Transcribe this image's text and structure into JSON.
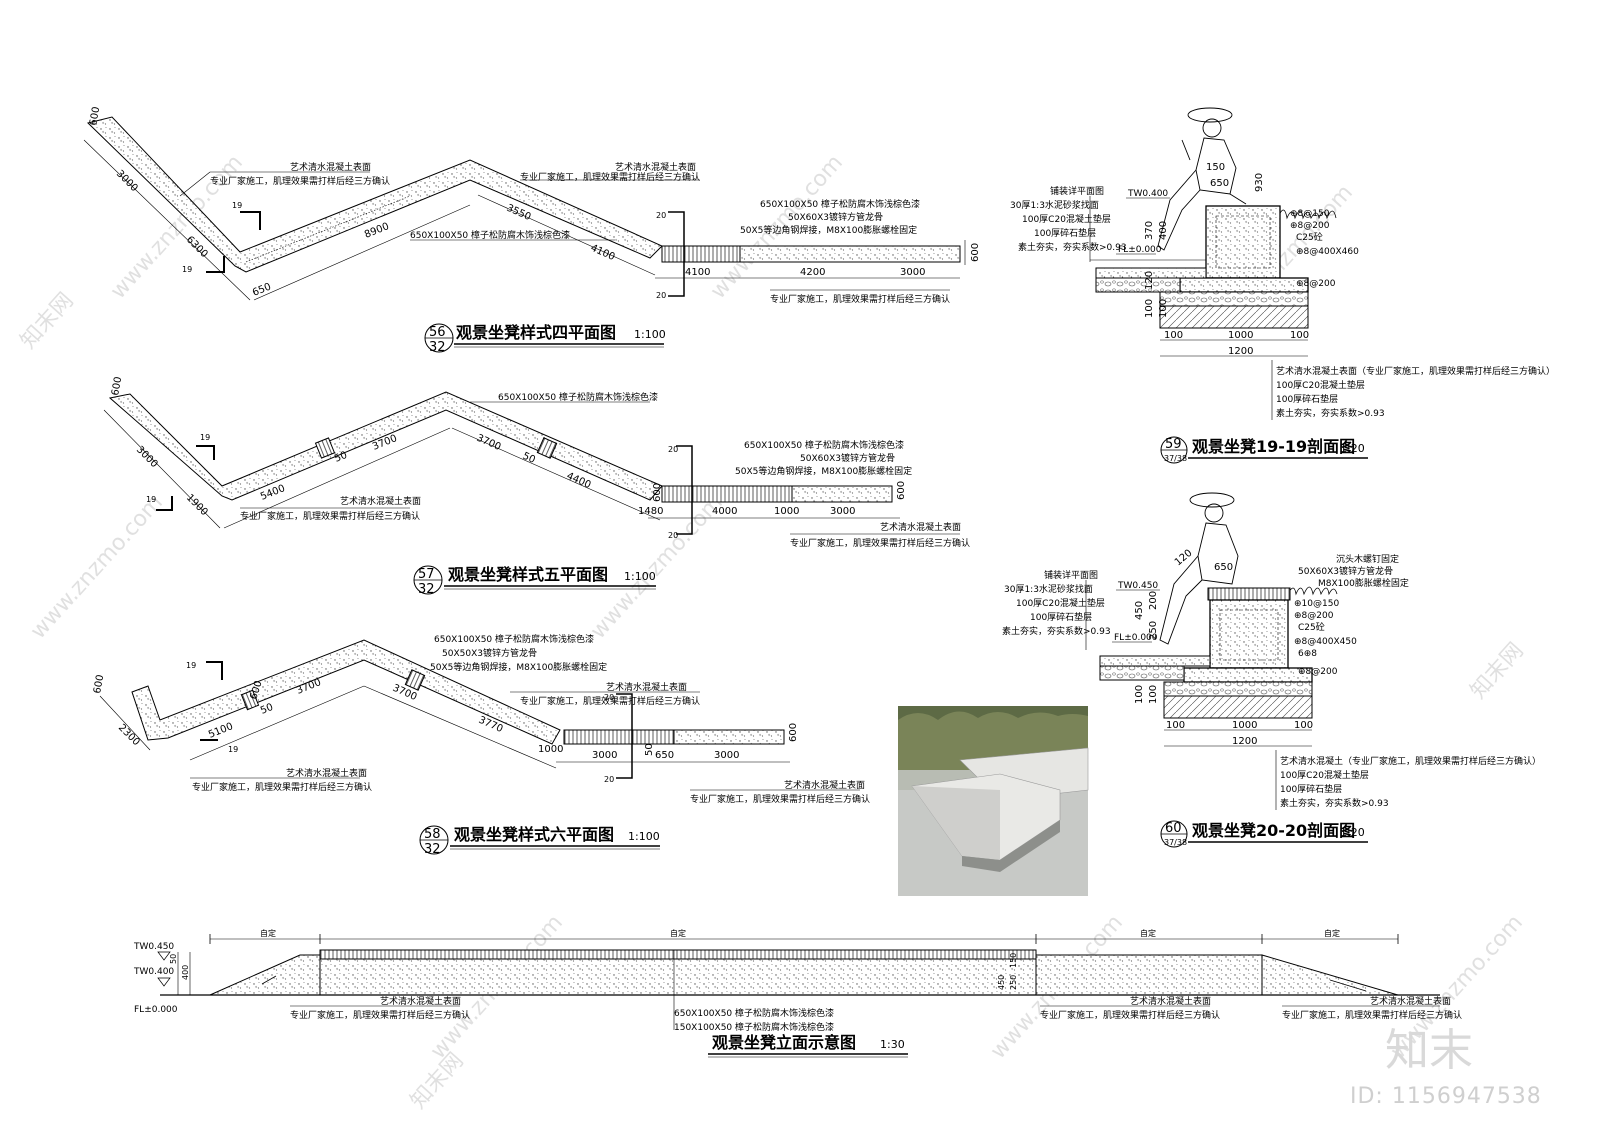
{
  "drawings": {
    "plan4": {
      "title": "观景坐凳样式四平面图",
      "scale": "1:100",
      "num": "56",
      "sheet": "32",
      "dims": [
        "600",
        "3000",
        "6300",
        "650",
        "8900",
        "3550",
        "4100",
        "4100",
        "4200",
        "3000",
        "600"
      ],
      "sec": "19",
      "sec2": "20",
      "notes": [
        "艺术清水混凝土表面",
        "专业厂家施工，肌理效果需打样后经三方确认",
        "艺术清水混凝土表面",
        "专业厂家施工，肌理效果需打样后经三方确认",
        "650X100X50 樟子松防腐木饰浅棕色漆",
        "50X60X3镀锌方管龙骨",
        "50X5等边角钢焊接，M8X100膨胀螺栓固定",
        "650X100X50 樟子松防腐木饰浅棕色漆",
        "专业厂家施工，肌理效果需打样后经三方确认"
      ]
    },
    "plan5": {
      "title": "观景坐凳样式五平面图",
      "scale": "1:100",
      "num": "57",
      "sheet": "32",
      "dims": [
        "600",
        "3000",
        "1900",
        "5400",
        "50",
        "3700",
        "3700",
        "50",
        "4400",
        "600",
        "1480",
        "4000",
        "1000",
        "3000",
        "600"
      ],
      "sec": "19",
      "sec2": "20",
      "notes": [
        "650X100X50 樟子松防腐木饰浅棕色漆",
        "艺术清水混凝土表面",
        "专业厂家施工，肌理效果需打样后经三方确认",
        "650X100X50 樟子松防腐木饰浅棕色漆",
        "50X60X3镀锌方管龙骨",
        "50X5等边角钢焊接，M8X100膨胀螺栓固定",
        "艺术清水混凝土表面",
        "专业厂家施工，肌理效果需打样后经三方确认"
      ]
    },
    "plan6": {
      "title": "观景坐凳样式六平面图",
      "scale": "1:100",
      "num": "58",
      "sheet": "32",
      "dims": [
        "600",
        "2300",
        "5100",
        "600",
        "50",
        "3700",
        "3700",
        "3770",
        "1000",
        "3000",
        "50",
        "650",
        "3000",
        "600"
      ],
      "sec": "19",
      "sec2": "20",
      "notes": [
        "650X100X50 樟子松防腐木饰浅棕色漆",
        "50X50X3镀锌方管龙骨",
        "50X5等边角钢焊接，M8X100膨胀螺栓固定",
        "艺术清水混凝土表面",
        "专业厂家施工，肌理效果需打样后经三方确认",
        "艺术清水混凝土表面",
        "专业厂家施工，肌理效果需打样后经三方确认",
        "艺术清水混凝土表面",
        "专业厂家施工，肌理效果需打样后经三方确认"
      ]
    },
    "sec19": {
      "title": "观景坐凳19-19剖面图",
      "scale": "1:20",
      "num": "59",
      "sheet": "37/38",
      "levels": [
        "TW0.400",
        "FL±0.000"
      ],
      "left_notes": [
        "铺装详平面图",
        "30厚1:3水泥砂浆找面",
        "100厚C20混凝土垫层",
        "100厚碎石垫层",
        "素土夯实，夯实系数>0.93"
      ],
      "right_notes": [
        "⊕8@150",
        "⊕8@200",
        "C25砼",
        "⊕8@400X460",
        "⊕8@200"
      ],
      "bottom_notes": [
        "艺术清水混凝土表面（专业厂家施工，肌理效果需打样后经三方确认）",
        "100厚C20混凝土垫层",
        "100厚碎石垫层",
        "素土夯实，夯实系数>0.93"
      ],
      "dims": [
        "100",
        "1000",
        "100",
        "1200",
        "370",
        "400",
        "120",
        "100",
        "100",
        "650",
        "930",
        "150"
      ]
    },
    "sec20": {
      "title": "观景坐凳20-20剖面图",
      "scale": "1:20",
      "num": "60",
      "sheet": "37/38",
      "levels": [
        "TW0.450",
        "FL±0.000"
      ],
      "left_notes": [
        "铺装详平面图",
        "30厚1:3水泥砂浆找面",
        "100厚C20混凝土垫层",
        "100厚碎石垫层",
        "素土夯实，夯实系数>0.93"
      ],
      "right_notes": [
        "沉头木螺钉固定",
        "50X60X3镀锌方管龙骨",
        "M8X100膨胀螺栓固定",
        "⊕10@150",
        "⊕8@200",
        "C25砼",
        "⊕8@400X450",
        "6⊕8",
        "⊕8@200"
      ],
      "bottom_notes": [
        "艺术清水混凝土（专业厂家施工，肌理效果需打样后经三方确认）",
        "100厚C20混凝土垫层",
        "100厚碎石垫层",
        "素土夯实，夯实系数>0.93"
      ],
      "dims": [
        "100",
        "1000",
        "100",
        "1200",
        "250",
        "450",
        "200",
        "100",
        "100",
        "650",
        "120"
      ]
    },
    "elev": {
      "title": "观景坐凳立面示意图",
      "scale": "1:30",
      "levels": [
        "TW0.450",
        "TW0.400",
        "FL±0.000"
      ],
      "top_dims": [
        "自定",
        "自定",
        "自定",
        "自定"
      ],
      "side_dims": [
        "50",
        "400",
        "450",
        "250",
        "150"
      ],
      "notes": [
        "艺术清水混凝土表面",
        "专业厂家施工，肌理效果需打样后经三方确认",
        "650X100X50 樟子松防腐木饰浅棕色漆",
        "150X100X50 樟子松防腐木饰浅棕色漆",
        "艺术清水混凝土表面",
        "专业厂家施工，肌理效果需打样后经三方确认",
        "艺术清水混凝土表面",
        "专业厂家施工，肌理效果需打样后经三方确认"
      ]
    }
  },
  "watermark": {
    "text": "www.znzmo.com",
    "cn": "知末网",
    "logo": "知末",
    "id": "ID: 1156947538"
  },
  "colors": {
    "line": "#000000",
    "hatch": "#7a7a7a",
    "photo_sky": "#6f7a52",
    "photo_concrete": "#d8d8d4"
  }
}
